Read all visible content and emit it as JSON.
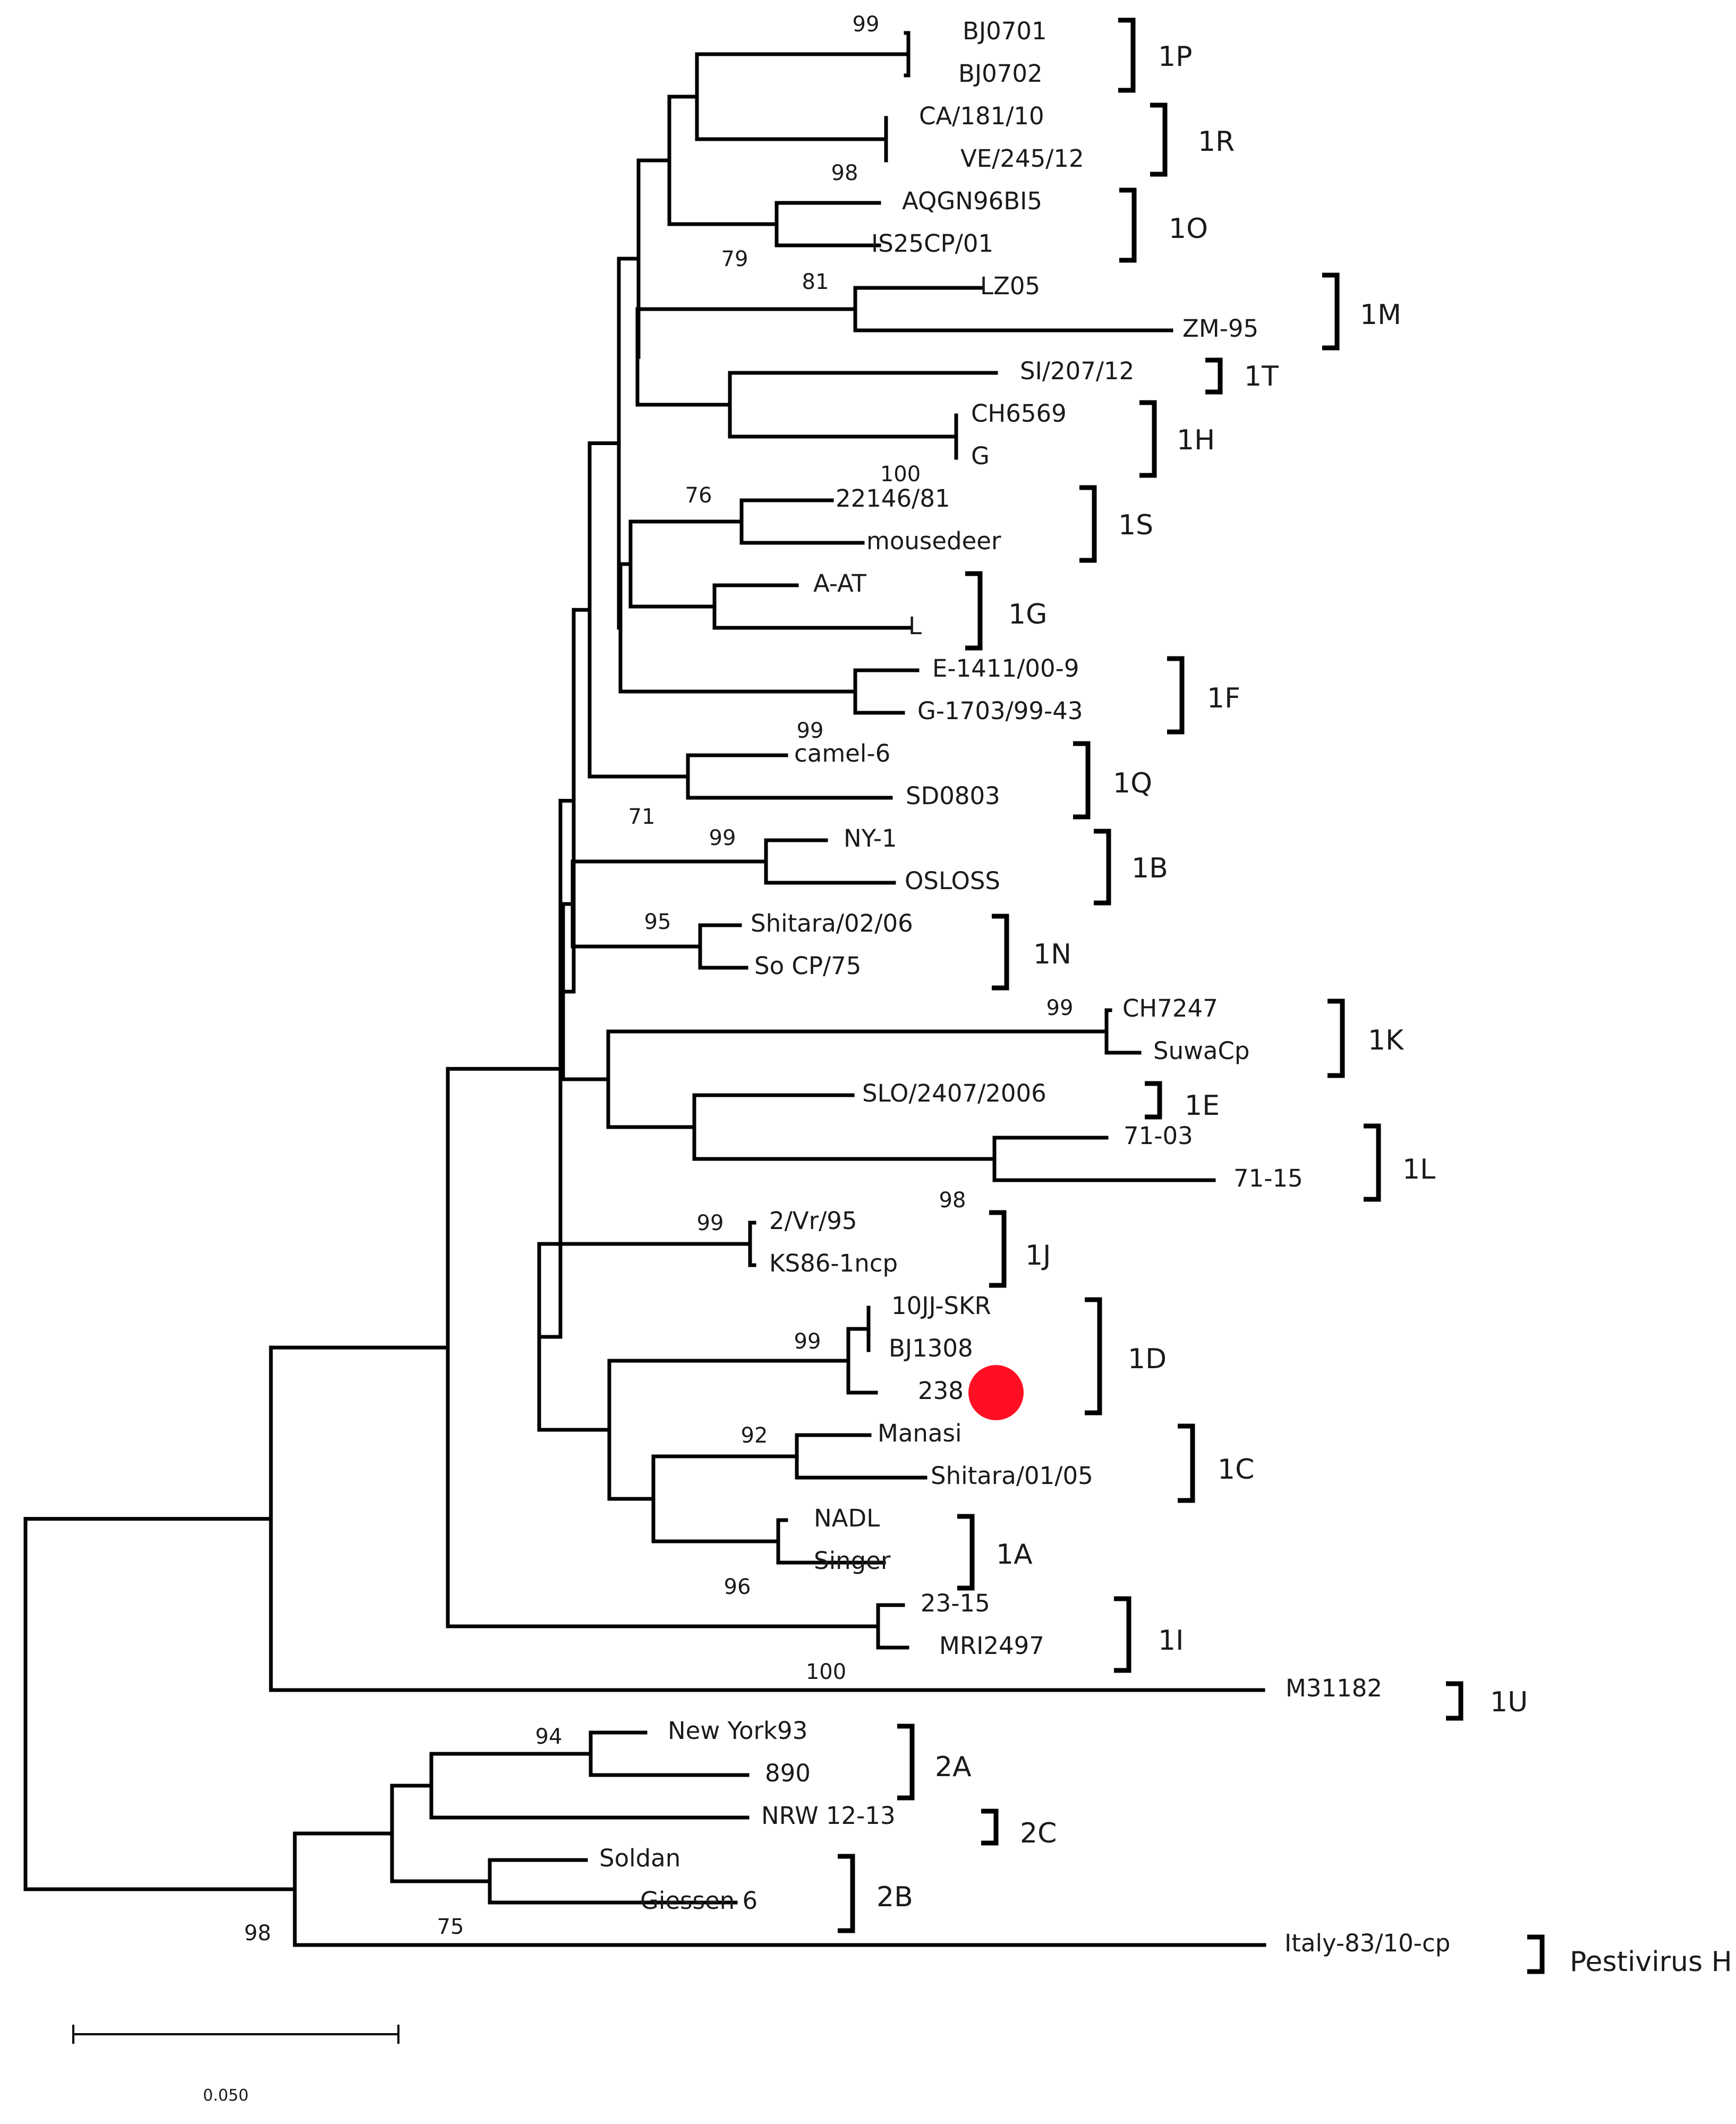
{
  "taxa": [
    "BJ0701",
    "BJ0702",
    "CA/181/10",
    "VE/245/12",
    "AQGN96BI5",
    "IS25CP/01",
    "LZ05",
    "ZM-95",
    "SI/207/12",
    "CH6569",
    "G",
    "22146/81",
    "mousedeer",
    "A-AT",
    "L",
    "E-1411/00-9",
    "G-1703/99-43",
    "camel-6",
    "SD0803",
    "NY-1",
    "OSLOSS",
    "Shitara/02/06",
    "So CP/75",
    "CH7247",
    "SuwaCp",
    "SLO/2407/2006",
    "71-03",
    "71-15",
    "2/Vr/95",
    "KS86-1ncp",
    "10JJ-SKR",
    "BJ1308",
    "238",
    "Manasi",
    "Shitara/01/05",
    "NADL",
    "Singer",
    "23-15",
    "MRI2497",
    "M31182",
    "New York93",
    "890",
    "NRW 12-13",
    "Soldan",
    "Giessen 6",
    "Italy-83/10-cp"
  ],
  "clades": [
    "1P",
    "1R",
    "1O",
    "1M",
    "1T",
    "1H",
    "1S",
    "1G",
    "1F",
    "1Q",
    "1B",
    "1N",
    "1K",
    "1E",
    "1L",
    "1J",
    "1D",
    "1C",
    "1A",
    "1I",
    "1U",
    "2A",
    "2C",
    "2B",
    "Pestivirus H"
  ],
  "bootstrap_values": [
    "99",
    "98",
    "79",
    "81",
    "100",
    "76",
    "99",
    "71",
    "99",
    "95",
    "99",
    "98",
    "99",
    "99",
    "92",
    "96",
    "100",
    "94",
    "75",
    "98"
  ],
  "scale_bar": {
    "label": "0.050"
  },
  "highlight": {
    "taxon": "238",
    "marker": "filled-circle",
    "color": "#ff0f23"
  }
}
